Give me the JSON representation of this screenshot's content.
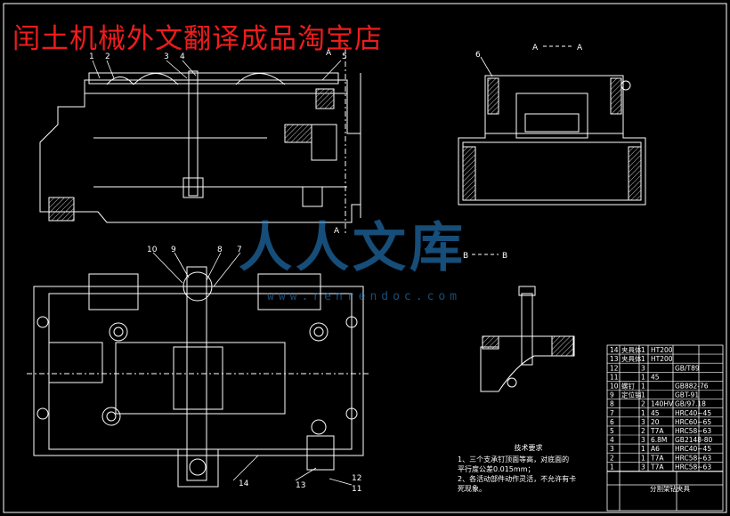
{
  "banner": {
    "text": "闰土机械外文翻译成品淘宝店"
  },
  "watermark": {
    "text": "人人文库",
    "url": "www.renrendoc.com"
  },
  "section_labels": {
    "aa_left": "A",
    "aa_right": "A",
    "bb_left": "B",
    "bb_right": "B",
    "a_top": "A",
    "a_bottom": "A"
  },
  "part_callouts": [
    "1",
    "2",
    "3",
    "4",
    "5",
    "6",
    "7",
    "8",
    "9",
    "10",
    "11",
    "12",
    "13",
    "14"
  ],
  "notes": {
    "title": "技术要求",
    "lines": [
      "1、三个支承钉顶面等高，对底面的",
      "平行度公差0.015mm；",
      "2、各活动部件动作灵活，不允许有卡",
      "死现象。"
    ]
  },
  "title_block": {
    "rows": [
      {
        "no": "14",
        "name": "夹具体",
        "qty": "1",
        "mat": "HT200",
        "std": ""
      },
      {
        "no": "13",
        "name": "夹具体",
        "qty": "1",
        "mat": "HT200",
        "std": ""
      },
      {
        "no": "12",
        "name": "",
        "qty": "3",
        "mat": "",
        "std": "GB/T89"
      },
      {
        "no": "11",
        "name": "",
        "qty": "1",
        "mat": "45",
        "std": ""
      },
      {
        "no": "10",
        "name": "螺钉",
        "qty": "1",
        "mat": "",
        "std": "GB882-76"
      },
      {
        "no": "9",
        "name": "定位销",
        "qty": "1",
        "mat": "",
        "std": "GBT-91"
      },
      {
        "no": "8",
        "name": "",
        "qty": "2",
        "mat": "140HV",
        "std": "GB/97.18"
      },
      {
        "no": "7",
        "name": "",
        "qty": "1",
        "mat": "45",
        "std": "HRC40~45"
      },
      {
        "no": "6",
        "name": "",
        "qty": "3",
        "mat": "20",
        "std": "HRC60~65"
      },
      {
        "no": "5",
        "name": "",
        "qty": "2",
        "mat": "T7A",
        "std": "HRC58~63"
      },
      {
        "no": "4",
        "name": "",
        "qty": "3",
        "mat": "6.8M",
        "std": "GB2148-80"
      },
      {
        "no": "3",
        "name": "",
        "qty": "1",
        "mat": "A6",
        "std": "HRC40~45"
      },
      {
        "no": "2",
        "name": "",
        "qty": "1",
        "mat": "T7A",
        "std": "HRC58~63"
      },
      {
        "no": "1",
        "name": "",
        "qty": "3",
        "mat": "T7A",
        "std": "HRC58~63"
      }
    ],
    "drawing_name": "分割架钻夹具"
  },
  "colors": {
    "background": "#000000",
    "lines": "#ffffff",
    "banner": "#ee1c1c",
    "watermark": "#2a8cdc",
    "hatch": "#c8c8c8"
  }
}
